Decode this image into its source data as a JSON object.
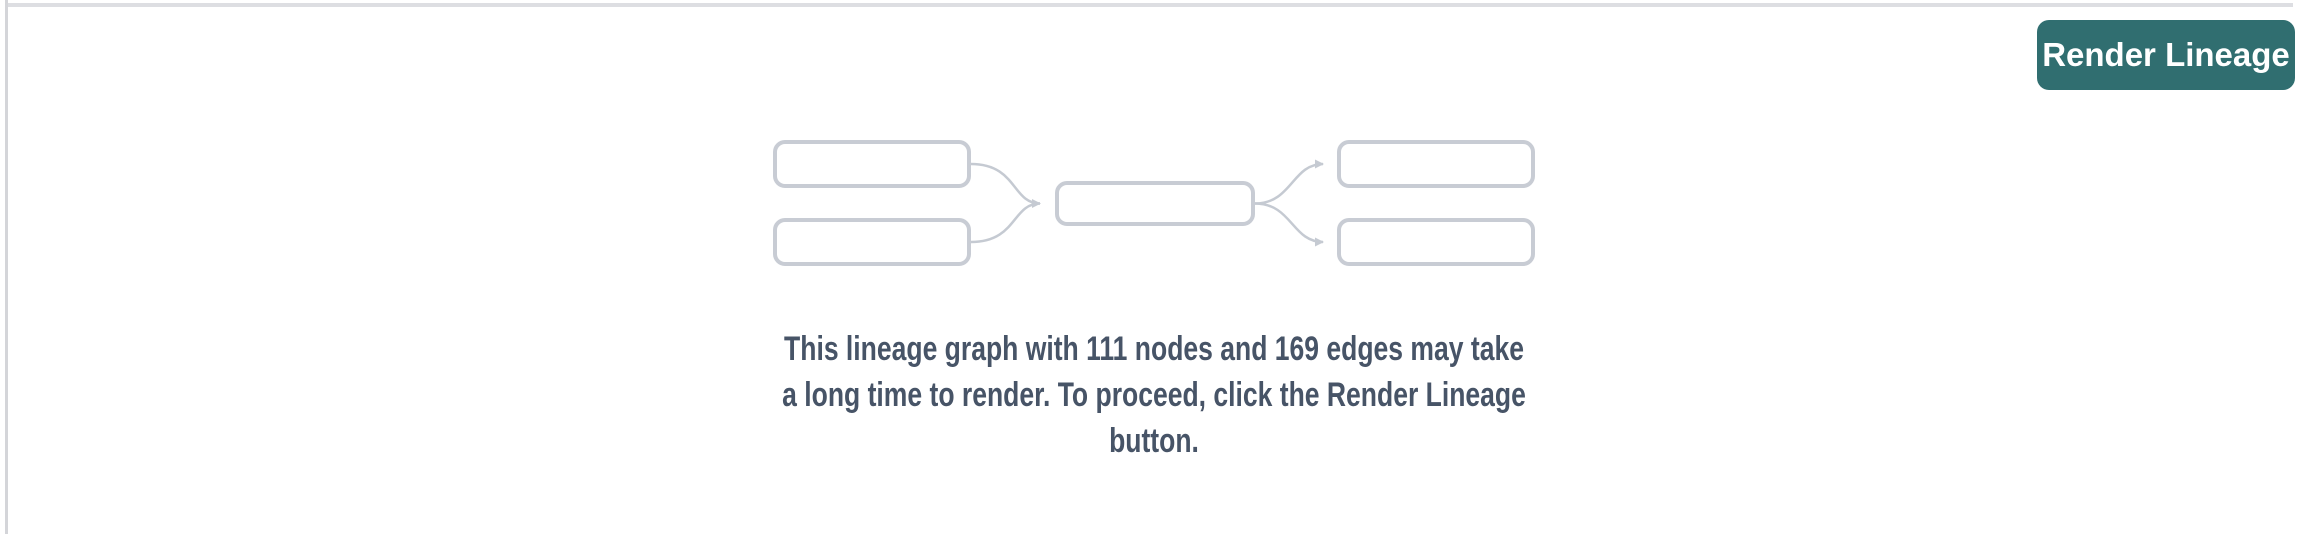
{
  "panel": {
    "background": "#ffffff",
    "top_border_color": "#dddee2",
    "left_border_color": "#d4d5d9"
  },
  "toolbar": {
    "render_lineage_button": {
      "label": "Render Lineage",
      "background": "#306e70",
      "text_color": "#ffffff"
    }
  },
  "placeholder": {
    "graphic": {
      "name": "lineage-dag-preview",
      "node_count_shown": 5,
      "node_fill": "#ffffff",
      "node_border_color": "#c8ccd4",
      "edge_color": "#c5cad2"
    },
    "message": "This lineage graph with 111 nodes and 169 edges may take a long time to render. To proceed, click the Render Lineage button.",
    "message_lines": [
      "This lineage graph with 111 nodes and 169 edges may take",
      "a long time to render. To proceed, click the Render Lineage",
      "button."
    ],
    "text_color": "#475467",
    "nodes_count": "111",
    "edges_count": "169"
  }
}
